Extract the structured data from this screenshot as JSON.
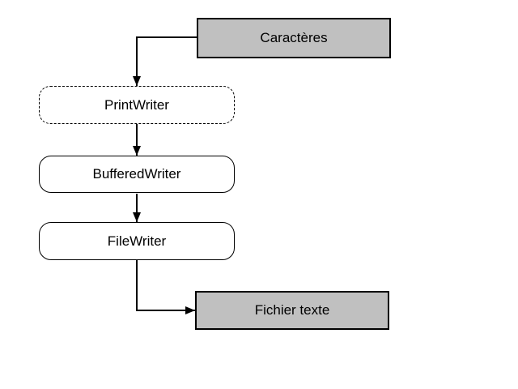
{
  "diagram": {
    "title": "Java character stream chaining diagram",
    "background_color": "#ffffff",
    "stroke_color": "#000000",
    "data_node_fill": "#c0c0c0",
    "class_node_fill": "#ffffff",
    "nodes": [
      {
        "id": "caracteres",
        "label": "Caractères",
        "shape": "rectangle",
        "fill": "#c0c0c0"
      },
      {
        "id": "printwriter",
        "label": "PrintWriter",
        "shape": "rounded-dashed",
        "fill": "#ffffff"
      },
      {
        "id": "bufferedwriter",
        "label": "BufferedWriter",
        "shape": "rounded",
        "fill": "#ffffff"
      },
      {
        "id": "filewriter",
        "label": "FileWriter",
        "shape": "rounded",
        "fill": "#ffffff"
      },
      {
        "id": "fichier_texte",
        "label": "Fichier texte",
        "shape": "rectangle",
        "fill": "#c0c0c0"
      }
    ],
    "edges": [
      {
        "from": "caracteres",
        "to": "printwriter",
        "style": "elbow-down-arrow"
      },
      {
        "from": "printwriter",
        "to": "bufferedwriter",
        "style": "straight-down-arrow"
      },
      {
        "from": "bufferedwriter",
        "to": "filewriter",
        "style": "straight-down-arrow"
      },
      {
        "from": "filewriter",
        "to": "fichier_texte",
        "style": "elbow-right-arrow"
      }
    ]
  }
}
